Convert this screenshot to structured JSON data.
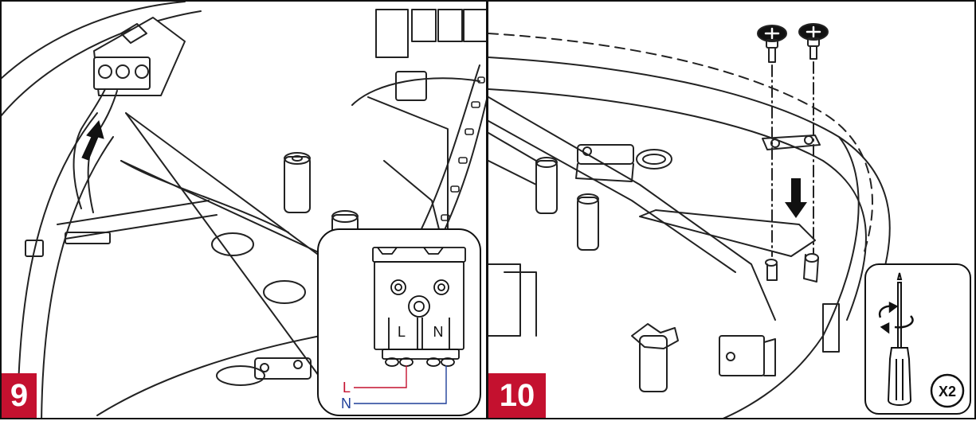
{
  "steps": [
    {
      "number": "9",
      "callout": {
        "terminal_left_label": "L",
        "terminal_right_label": "N",
        "legend_line_label": "L",
        "legend_neutral_label": "N"
      }
    },
    {
      "number": "10",
      "tool": {
        "quantity": "X2"
      }
    }
  ],
  "colors": {
    "badge": "#c4112f",
    "line_wire": "#c4112f",
    "neutral_wire": "#1f3f99",
    "ink": "#111111"
  },
  "icons": [
    "arrow-up-icon",
    "arrow-down-icon",
    "screw-icon",
    "rotate-icon",
    "screwdriver-icon"
  ]
}
